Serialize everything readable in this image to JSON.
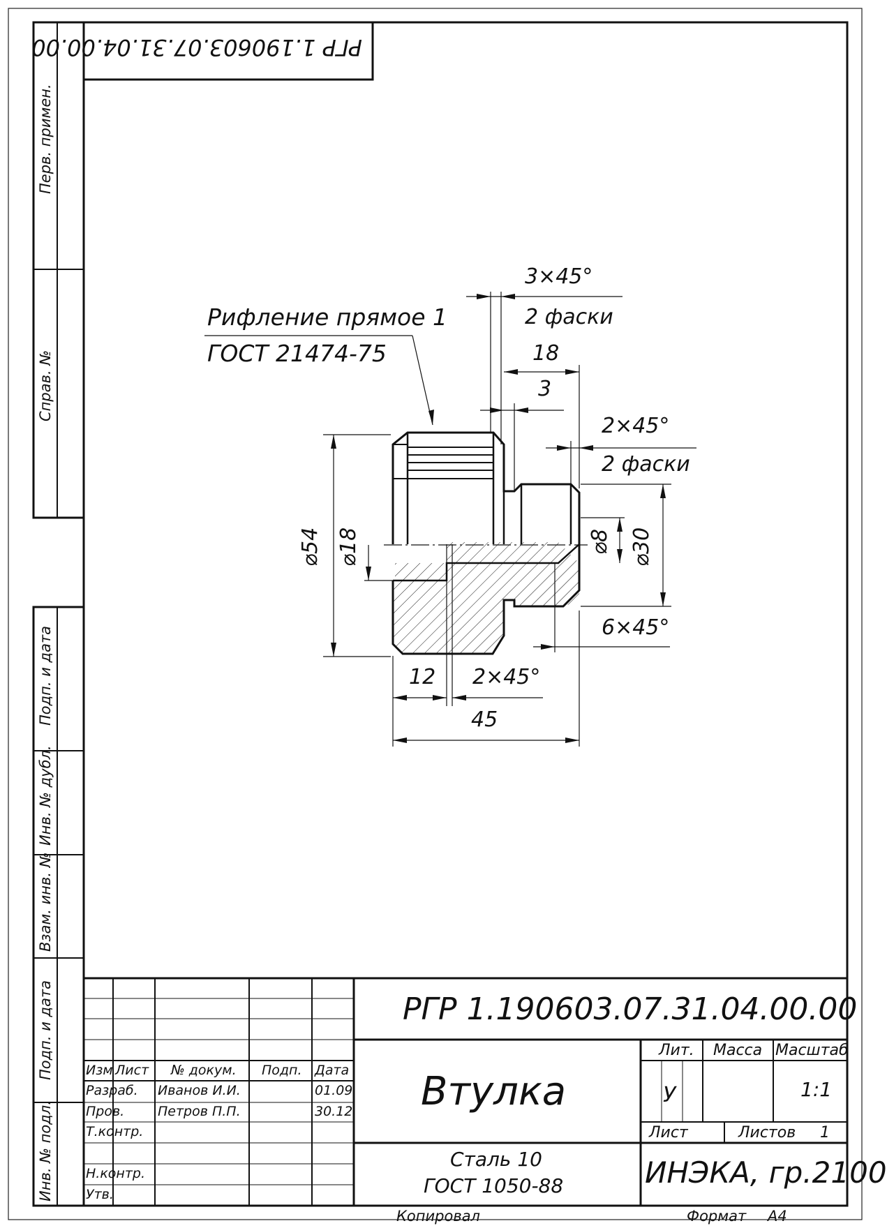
{
  "top_stamp": "РГР 1.190603.07.31.04.00.00",
  "side_labels": {
    "perv_primen": "Перв. примен.",
    "sprav_no": "Справ. №",
    "podp_data_1": "Подп. и дата",
    "inv_dubl": "Инв. № дубл.",
    "vzam_inv": "Взам. инв. №",
    "podp_data_2": "Подп. и дата",
    "inv_podl": "Инв. № подл."
  },
  "drawing": {
    "leader_line1": "Рифление прямое 1",
    "leader_line2": "ГОСТ 21474-75",
    "chamfer_top_value": "3×45°",
    "chamfer_top_count": "2 фаски",
    "dim_18_top": "18",
    "dim_3": "3",
    "chamfer_right_value": "2×45°",
    "chamfer_right_count": "2 фаски",
    "dia_54": "⌀54",
    "dia_18": "⌀18",
    "dia_8": "⌀8",
    "dia_30": "⌀30",
    "chamfer_bottom_right": "6×45°",
    "dim_12": "12",
    "chamfer_bottom_left": "2×45°",
    "dim_45": "45"
  },
  "title_block": {
    "designation": "РГР 1.190603.07.31.04.00.00",
    "part_name": "Втулка",
    "material_line1": "Сталь 10",
    "material_line2": "ГОСТ 1050-88",
    "organization": "ИНЭКА, гр.2100",
    "headers": {
      "izm": "Изм",
      "list": "Лист",
      "doc_no": "№ докум.",
      "podp": "Подп.",
      "data": "Дата"
    },
    "roles": {
      "razrab": "Разраб.",
      "prov": "Пров.",
      "t_kontr": "Т.контр.",
      "n_kontr": "Н.контр.",
      "utv": "Утв."
    },
    "names": {
      "razrab": "Иванов И.И.",
      "prov": "Петров П.П."
    },
    "dates": {
      "razrab": "01.09",
      "prov": "30.12"
    },
    "lit_label": "Лит.",
    "massa_label": "Масса",
    "masshtab_label": "Масштаб",
    "lit_value": "У",
    "scale_value": "1:1",
    "sheet_label": "Лист",
    "sheets_label": "Листов",
    "sheets_value": "1"
  },
  "footer": {
    "copied": "Копировал",
    "format_label": "Формат",
    "format_value": "А4"
  }
}
